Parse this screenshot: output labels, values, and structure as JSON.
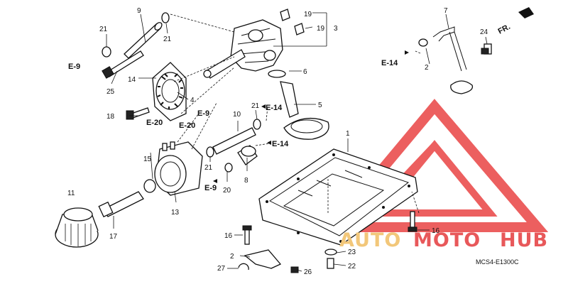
{
  "diagram": {
    "callouts": [
      "1",
      "2",
      "2",
      "3",
      "4",
      "5",
      "6",
      "7",
      "8",
      "9",
      "10",
      "11",
      "13",
      "14",
      "15",
      "16",
      "16",
      "17",
      "18",
      "19",
      "19",
      "20",
      "21",
      "21",
      "21",
      "22",
      "23",
      "24",
      "25",
      "26",
      "27"
    ],
    "refs": [
      "E-9",
      "E-9",
      "E-9",
      "E-14",
      "E-14",
      "E-14",
      "E-20",
      "E-20"
    ],
    "direction_label": "FR.",
    "diagram_code": "MCS4-E1300C"
  },
  "watermark": {
    "text": [
      "AUTO",
      "MOTO",
      "HUB"
    ],
    "colors": {
      "primary": "#e8585a",
      "secondary": "#f2c77a",
      "triangle": "#ea4e4e"
    }
  }
}
